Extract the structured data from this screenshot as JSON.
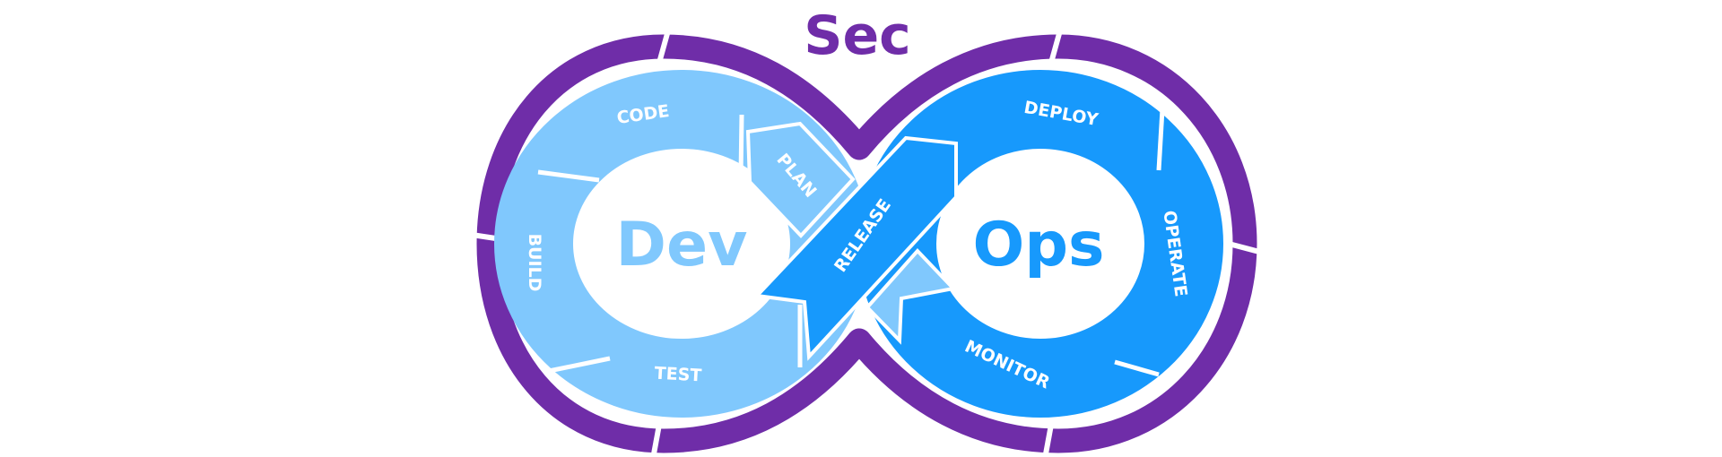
{
  "title": {
    "sec": "Sec",
    "dev": "Dev",
    "ops": "Ops"
  },
  "stages": {
    "plan": "PLAN",
    "code": "CODE",
    "build": "BUILD",
    "test": "TEST",
    "release": "RELEASE",
    "deploy": "DEPLOY",
    "operate": "OPERATE",
    "monitor": "MONITOR"
  },
  "colors": {
    "sec": "#6f2da8",
    "dev": "#80c8fd",
    "ops": "#1799fc"
  }
}
